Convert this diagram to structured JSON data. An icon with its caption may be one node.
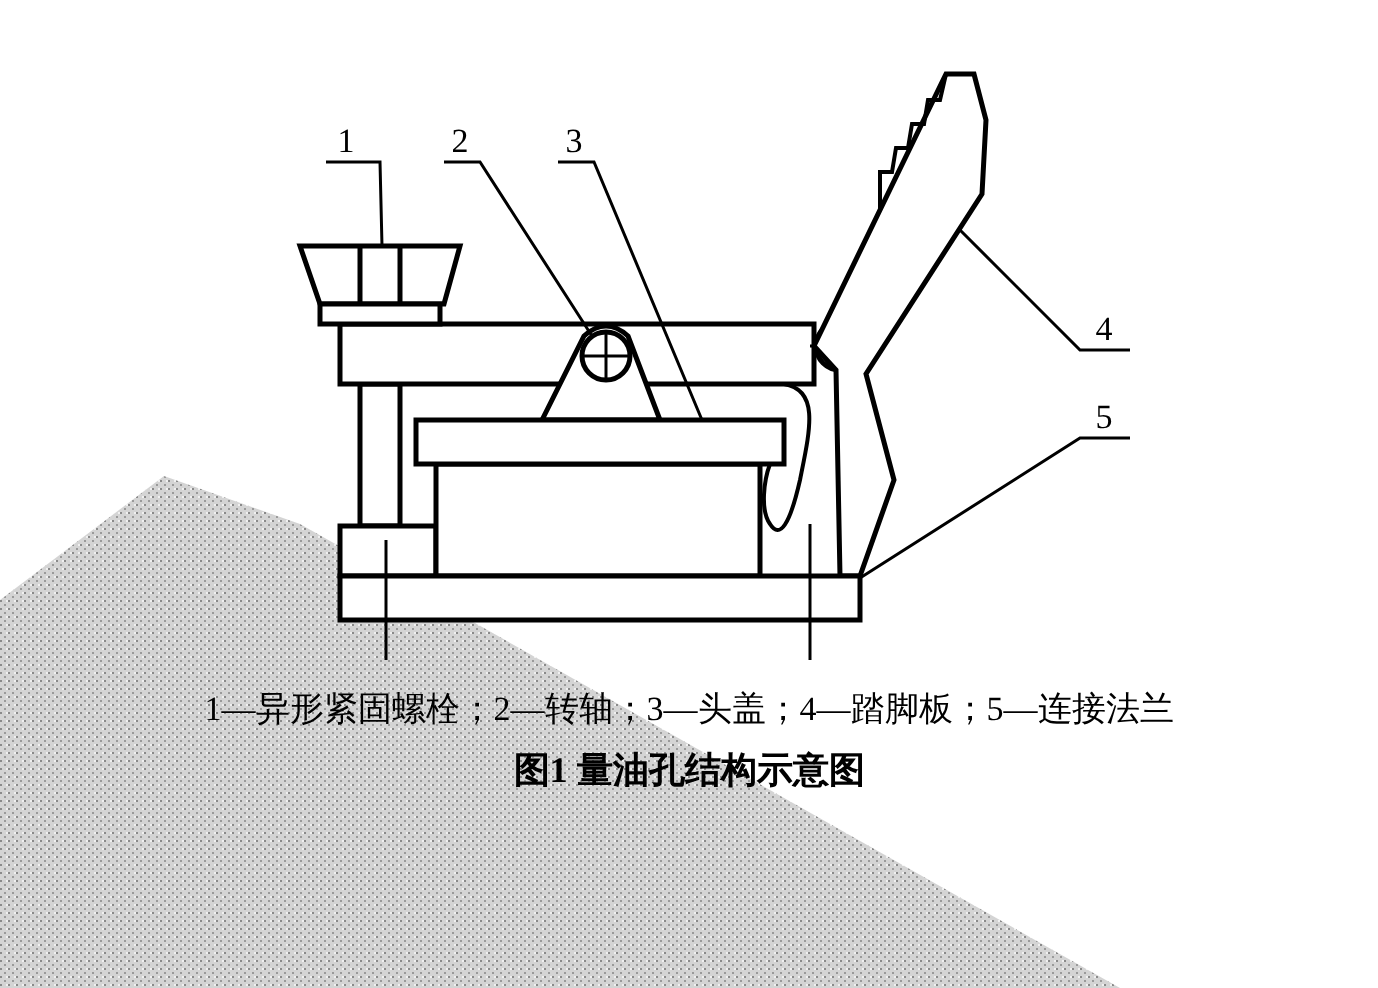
{
  "diagram": {
    "caption": "图1 量油孔结构示意图",
    "nodes": [
      {
        "text": [
          "1"
        ]
      },
      {
        "text": [
          "2"
        ]
      },
      {
        "text": [
          "3"
        ]
      },
      {
        "text": [
          "4"
        ]
      },
      {
        "text": [
          "5"
        ]
      },
      {
        "text": [],
        "shape": "picture"
      },
      {
        "text": [],
        "shape": "circle"
      },
      {
        "text": [],
        "shape": "box"
      },
      {
        "text": [],
        "shape": "picture"
      },
      {
        "text": [],
        "shape": "box"
      }
    ],
    "edges": [
      {
        "from": 0,
        "to": 5,
        "arrow": "none"
      },
      {
        "from": 1,
        "to": 6,
        "arrow": "none"
      },
      {
        "from": 2,
        "to": 7,
        "arrow": "none"
      },
      {
        "from": 3,
        "to": 8,
        "arrow": "none"
      },
      {
        "from": 4,
        "to": 9,
        "arrow": "none"
      }
    ],
    "labels": [
      "1—异形紧固螺栓；2—转轴；3—头盖；4—踏脚板；5—连接法兰"
    ]
  }
}
